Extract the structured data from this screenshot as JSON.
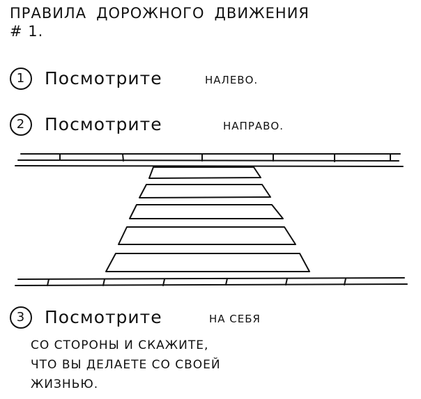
{
  "title": {
    "line1_part1": "ПРАВИЛА",
    "line1_part2": "ДОРОЖНОГО",
    "line1_part3": "ДВИЖЕНИЯ",
    "line2": "# 1."
  },
  "steps": [
    {
      "number": "1",
      "verb": "Посмотрите",
      "object": "НАЛЕВО."
    },
    {
      "number": "2",
      "verb": "Посмотрите",
      "object": "НАПРАВО."
    },
    {
      "number": "3",
      "verb": "Посмотрите",
      "object": "НА  СЕБЯ",
      "lines": [
        "СО СТОРОНЫ   И   СКАЖИТЕ,",
        "ЧТО  ВЫ  ДЕЛАЕТЕ  СО  СВОЕЙ",
        "ЖИЗНЬЮ."
      ]
    }
  ],
  "colors": {
    "ink": "#111111",
    "paper": "#ffffff"
  }
}
